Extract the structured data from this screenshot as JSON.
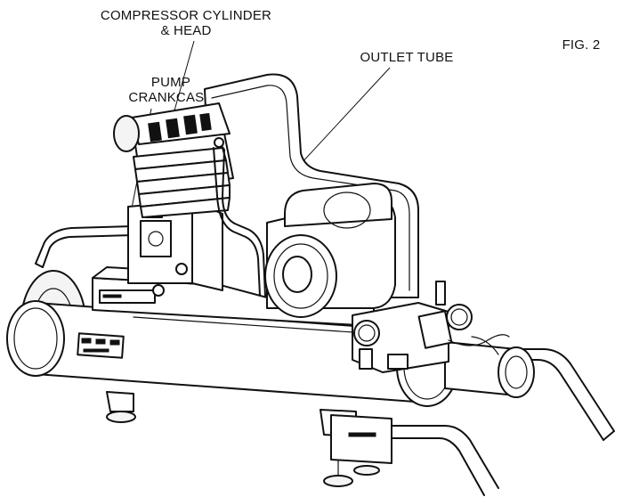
{
  "figure": {
    "fig_label": "FIG. 2",
    "callouts": {
      "compressor_line1": "COMPRESSOR CYLINDER",
      "compressor_line2": "& HEAD",
      "outlet_tube": "OUTLET TUBE",
      "pump_line1": "PUMP",
      "pump_line2": "CRANKCASE"
    }
  }
}
